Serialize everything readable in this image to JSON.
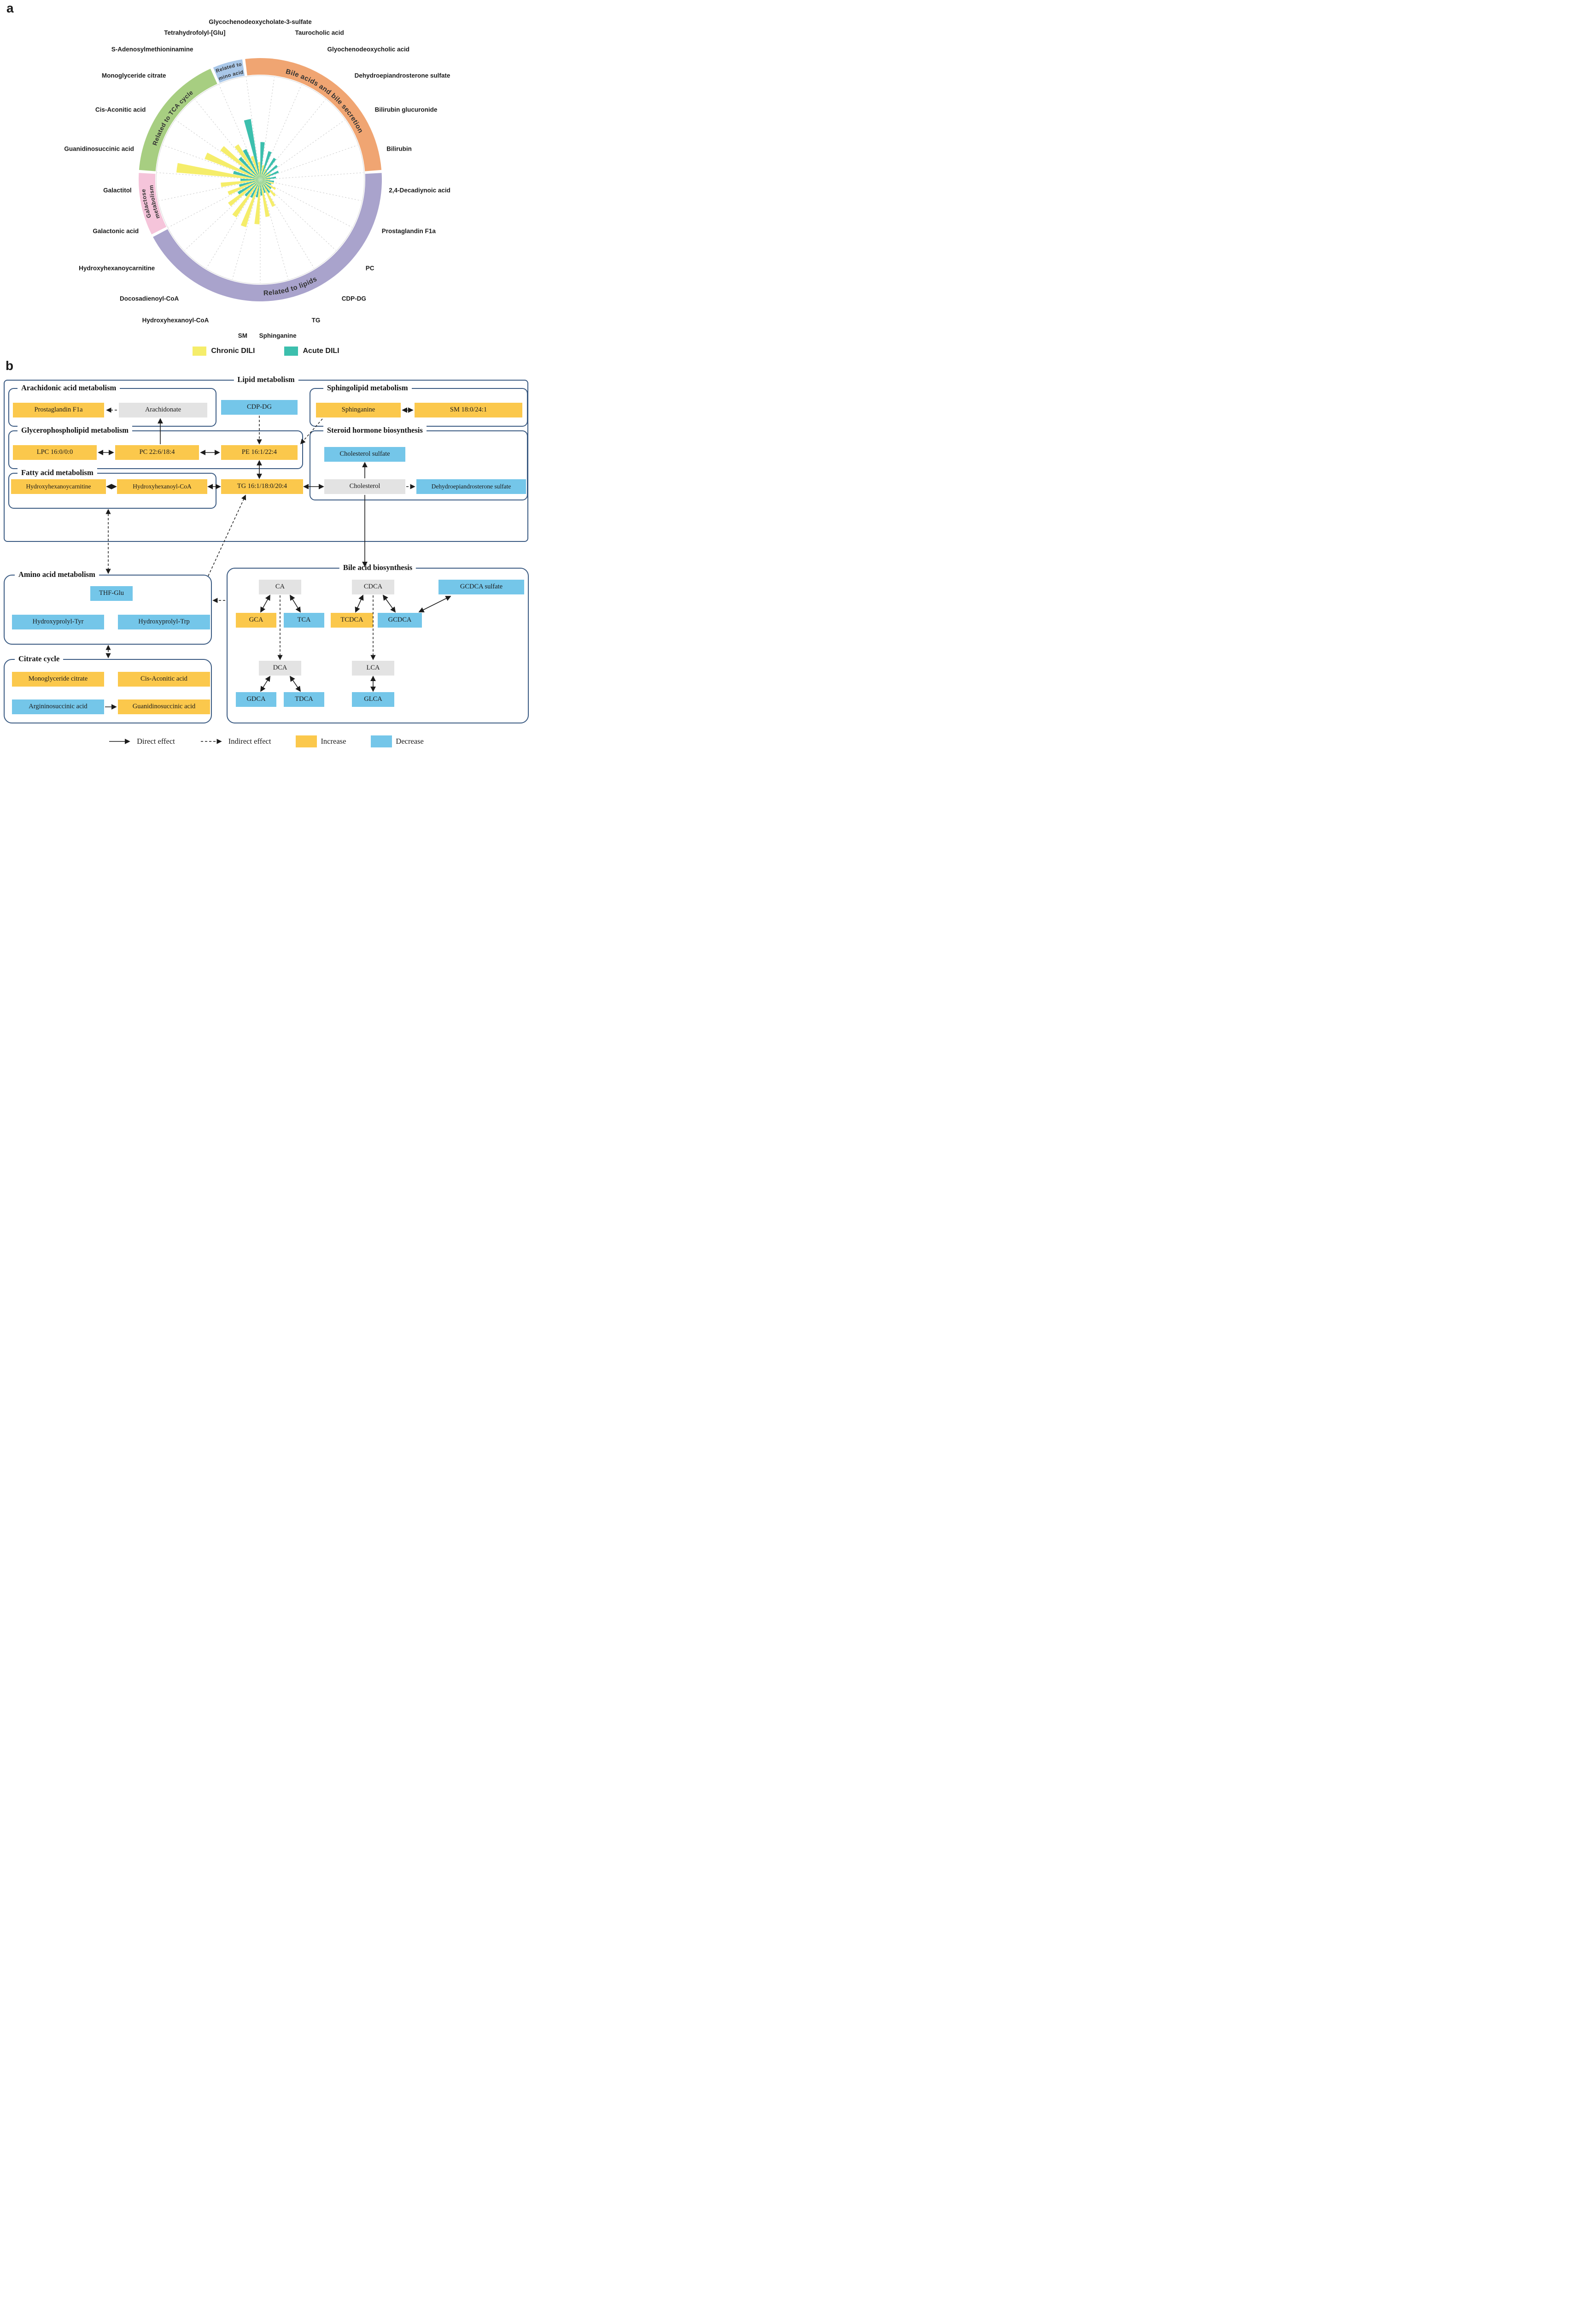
{
  "figure": {
    "panel_a_label": "a",
    "panel_b_label": "b"
  },
  "colors": {
    "increase": "#FBC84C",
    "decrease": "#74C6E9",
    "neutral": "#E3E3E3",
    "line": "#3A5A82",
    "chronic": "#F5ED6A",
    "acute": "#3CBFAD"
  },
  "chart_data": {
    "type": "polar_grouped_bar",
    "title": "",
    "value_range": [
      0,
      1
    ],
    "categories": [
      "Glycochenodeoxycholate-3-sulfate",
      "Taurocholic acid",
      "Glyochenodeoxycholic acid",
      "Dehydroepiandrosterone sulfate",
      "Bilirubin glucuronide",
      "Bilirubin",
      "2,4-Decadiynoic acid",
      "Prostaglandin F1a",
      "PC",
      "CDP-DG",
      "TG",
      "Sphinganine",
      "SM",
      "Hydroxyhexanoyl-CoA",
      "Docosadienoyl-CoA",
      "Hydroxyhexanoycarnitine",
      "Galactonic acid",
      "Galactitol",
      "Guanidinosuccinic acid",
      "Cis-Aconitic acid",
      "Monoglyceride citrate",
      "S-Adenosylmethioninamine",
      "Tetrahydrofolyl-[Glu]"
    ],
    "series": [
      {
        "name": "Chronic DILI",
        "color": "#F5ED6A",
        "values": [
          0.18,
          0.15,
          0.12,
          0.1,
          0.12,
          0.1,
          0.1,
          0.14,
          0.18,
          0.22,
          0.3,
          0.38,
          0.45,
          0.5,
          0.45,
          0.4,
          0.35,
          0.4,
          0.85,
          0.6,
          0.5,
          0.42,
          0.25
        ]
      },
      {
        "name": "Acute DILI",
        "color": "#3CBFAD",
        "values": [
          0.38,
          0.3,
          0.26,
          0.22,
          0.2,
          0.16,
          0.14,
          0.12,
          0.14,
          0.16,
          0.14,
          0.16,
          0.18,
          0.2,
          0.22,
          0.26,
          0.22,
          0.2,
          0.28,
          0.24,
          0.3,
          0.34,
          0.62
        ]
      }
    ],
    "groups": [
      {
        "label": "Bile acids and bile secretion",
        "color": "#F0A572",
        "start": 0,
        "end": 5
      },
      {
        "label": "Related to lipids",
        "color": "#A9A3CC",
        "start": 6,
        "end": 15,
        "reverse": true
      },
      {
        "label": "Galactose metabolism",
        "color": "#F5C4DA",
        "start": 16,
        "end": 17,
        "lines": [
          "Galactose",
          "metabolism"
        ]
      },
      {
        "label": "Related to TCA cycle",
        "color": "#A7CE81",
        "start": 18,
        "end": 21
      },
      {
        "label": "Related to amino acids",
        "color": "#A9C7E8",
        "start": 22,
        "end": 22,
        "lines": [
          "Related to",
          "amino acids"
        ]
      }
    ],
    "legend_position": "bottom"
  },
  "pathway": {
    "sections": {
      "lipid": "Lipid metabolism",
      "arachidonic": "Arachidonic acid metabolism",
      "sphingolipid": "Sphingolipid metabolism",
      "glycerophospholipid": "Glycerophospholipid metabolism",
      "steroid": "Steroid hormone biosynthesis",
      "fatty": "Fatty acid metabolism",
      "amino": "Amino acid metabolism",
      "citrate": "Citrate cycle",
      "bile": "Bile acid biosynthesis"
    },
    "nodes": {
      "prostaglandin_f1a": {
        "label": "Prostaglandin F1a",
        "type": "increase"
      },
      "arachidonate": {
        "label": "Arachidonate",
        "type": "neutral"
      },
      "cdp_dg": {
        "label": "CDP-DG",
        "type": "decrease"
      },
      "sphinganine": {
        "label": "Sphinganine",
        "type": "increase"
      },
      "sm": {
        "label": "SM 18:0/24:1",
        "type": "increase"
      },
      "lpc": {
        "label": "LPC 16:0/0:0",
        "type": "increase"
      },
      "pc": {
        "label": "PC 22:6/18:4",
        "type": "increase"
      },
      "pe": {
        "label": "PE 16:1/22:4",
        "type": "increase"
      },
      "cholesterol_sulfate": {
        "label": "Cholesterol sulfate",
        "type": "decrease"
      },
      "cholesterol": {
        "label": "Cholesterol",
        "type": "neutral"
      },
      "dhea_sulfate": {
        "label": "Dehydroepiandrosterone sulfate",
        "type": "decrease"
      },
      "hydroxyhexanoycarnitine": {
        "label": "Hydroxyhexanoycarnitine",
        "type": "increase"
      },
      "hydroxyhexanoyl_coa": {
        "label": "Hydroxyhexanoyl-CoA",
        "type": "increase"
      },
      "tg": {
        "label": "TG 16:1/18:0/20:4",
        "type": "increase"
      },
      "thf_glu": {
        "label": "THF-Glu",
        "type": "decrease"
      },
      "hydroxyprolyl_tyr": {
        "label": "Hydroxyprolyl-Tyr",
        "type": "decrease"
      },
      "hydroxyprolyl_trp": {
        "label": "Hydroxyprolyl-Trp",
        "type": "decrease"
      },
      "monoglyceride_citrate": {
        "label": "Monoglyceride citrate",
        "type": "increase"
      },
      "cis_aconitic": {
        "label": "Cis-Aconitic acid",
        "type": "increase"
      },
      "argininosuccinic": {
        "label": "Argininosuccinic acid",
        "type": "decrease"
      },
      "guanidinosuccinic": {
        "label": "Guanidinosuccinic acid",
        "type": "increase"
      },
      "ca": {
        "label": "CA",
        "type": "neutral"
      },
      "cdca": {
        "label": "CDCA",
        "type": "neutral"
      },
      "gcdca_sulfate": {
        "label": "GCDCA sulfate",
        "type": "decrease"
      },
      "gca": {
        "label": "GCA",
        "type": "increase"
      },
      "tca": {
        "label": "TCA",
        "type": "decrease"
      },
      "tcdca": {
        "label": "TCDCA",
        "type": "increase"
      },
      "gcdca": {
        "label": "GCDCA",
        "type": "decrease"
      },
      "dca": {
        "label": "DCA",
        "type": "neutral"
      },
      "lca": {
        "label": "LCA",
        "type": "neutral"
      },
      "gdca": {
        "label": "GDCA",
        "type": "decrease"
      },
      "tdca": {
        "label": "TDCA",
        "type": "decrease"
      },
      "glca": {
        "label": "GLCA",
        "type": "decrease"
      }
    },
    "legend": {
      "direct": "Direct effect",
      "indirect": "Indirect effect",
      "increase": "Increase",
      "decrease": "Decrease"
    }
  }
}
